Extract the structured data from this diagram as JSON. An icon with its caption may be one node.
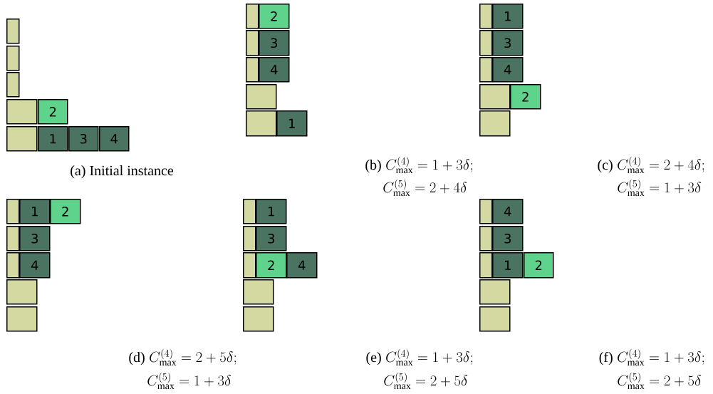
{
  "diagram": {
    "nodes": [
      {
        "text": [],
        "shape": "box"
      },
      {
        "text": [],
        "shape": "box"
      },
      {
        "text": [],
        "shape": "box"
      },
      {
        "text": [],
        "shape": "box"
      },
      {
        "text": [
          "2"
        ]
      },
      {
        "text": [],
        "shape": "box"
      },
      {
        "text": [
          "1"
        ]
      },
      {
        "text": [
          "3"
        ]
      },
      {
        "text": [
          "4"
        ]
      },
      {
        "text": [],
        "shape": "box"
      },
      {
        "text": [
          "2"
        ]
      },
      {
        "text": [],
        "shape": "box"
      },
      {
        "text": [
          "3"
        ]
      },
      {
        "text": [],
        "shape": "box"
      },
      {
        "text": [
          "4"
        ]
      },
      {
        "text": [],
        "shape": "box"
      },
      {
        "text": [],
        "shape": "box"
      },
      {
        "text": [
          "1"
        ]
      },
      {
        "text": [],
        "shape": "box"
      },
      {
        "text": [
          "1"
        ]
      },
      {
        "text": [],
        "shape": "box"
      },
      {
        "text": [
          "3"
        ]
      },
      {
        "text": [],
        "shape": "box"
      },
      {
        "text": [
          "4"
        ]
      },
      {
        "text": [],
        "shape": "box"
      },
      {
        "text": [
          "2"
        ]
      },
      {
        "text": [],
        "shape": "box"
      },
      {
        "text": [],
        "shape": "box"
      },
      {
        "text": [
          "1"
        ]
      },
      {
        "text": [
          "2"
        ]
      },
      {
        "text": [],
        "shape": "box"
      },
      {
        "text": [
          "3"
        ]
      },
      {
        "text": [],
        "shape": "box"
      },
      {
        "text": [
          "4"
        ]
      },
      {
        "text": [],
        "shape": "box"
      },
      {
        "text": [],
        "shape": "box"
      },
      {
        "text": [],
        "shape": "box"
      },
      {
        "text": [
          "1"
        ]
      },
      {
        "text": [],
        "shape": "box"
      },
      {
        "text": [
          "3"
        ]
      },
      {
        "text": [],
        "shape": "box"
      },
      {
        "text": [
          "2"
        ]
      },
      {
        "text": [
          "4"
        ]
      },
      {
        "text": [],
        "shape": "box"
      },
      {
        "text": [],
        "shape": "box"
      },
      {
        "text": [],
        "shape": "box"
      },
      {
        "text": [
          "4"
        ]
      },
      {
        "text": [],
        "shape": "box"
      },
      {
        "text": [
          "3"
        ]
      },
      {
        "text": [],
        "shape": "box"
      },
      {
        "text": [
          "1"
        ]
      },
      {
        "text": [
          "2"
        ]
      },
      {
        "text": [],
        "shape": "box"
      },
      {
        "text": [],
        "shape": "box"
      }
    ],
    "labels": [
      "(a) Initial instance",
      "(b)",
      "C^{(4)}_{\\max} = 1 + 3\\delta;",
      "C^{(5)}_{\\max} = 2 + 4\\delta",
      "(c)",
      "C^{(4)}_{\\max} = 2 + 4\\delta;",
      "C^{(5)}_{\\max} = 1 + 3\\delta",
      "(d)",
      "C^{(4)}_{\\max} = 2 + 5\\delta;",
      "C^{(5)}_{\\max} = 1 + 3\\delta",
      "(e)",
      "C^{(4)}_{\\max} = 1 + 3\\delta;",
      "C^{(5)}_{\\max} = 2 + 5\\delta",
      "(f)",
      "C^{(4)}_{\\max} = 1 + 3\\delta;",
      "C^{(5)}_{\\max} = 2 + 5\\delta"
    ]
  }
}
